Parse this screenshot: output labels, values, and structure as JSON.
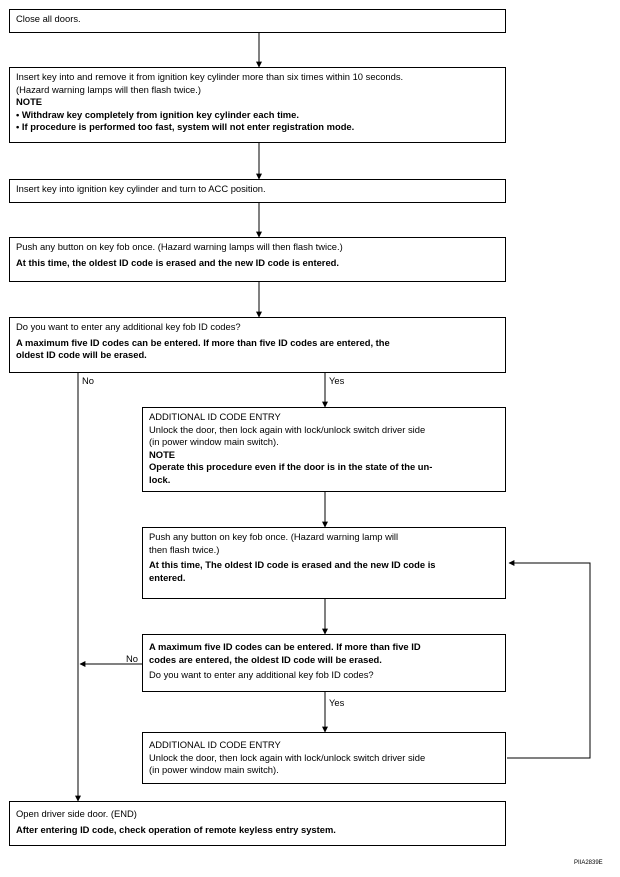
{
  "steps": {
    "s1": {
      "t1": "Close all doors."
    },
    "s2": {
      "t1": "Insert key into and remove it from ignition key cylinder more than six times within 10 seconds.",
      "t2": "(Hazard warning lamps will then flash twice.)",
      "note": "NOTE",
      "bullet1": "• Withdraw key completely from ignition key cylinder each time.",
      "bullet2": "• If procedure is performed too fast, system will not enter registration mode."
    },
    "s3": {
      "t1": "Insert key into ignition key cylinder and turn to ACC position."
    },
    "s4": {
      "t1": "Push any button on key fob once. (Hazard warning lamps will then flash twice.)",
      "b1": "At this time, the oldest ID code is erased and the new ID code is entered."
    },
    "s5": {
      "t1": "Do you want to enter any additional key fob ID codes?",
      "b1": "A  maximum five ID codes can be entered. If more than five ID codes are entered, the",
      "b2": "oldest ID code will be erased."
    },
    "s6": {
      "t1": "ADDITIONAL ID CODE ENTRY",
      "t2": "Unlock the door, then lock again with lock/unlock switch driver side",
      "t3": "(in power window main switch).",
      "note": "NOTE",
      "b1": "Operate this procedure even if the door is in the state of the un-",
      "b2": "lock."
    },
    "s7": {
      "t1": "Push any button on key fob once. (Hazard warning lamp will",
      "t2": "then flash twice.)",
      "b1": "At this time, The oldest ID code is erased and the new ID code is",
      "b2": "entered."
    },
    "s8": {
      "b1": "A  maximum five ID codes can be entered. If more than five ID",
      "b2": "codes are entered, the oldest ID code will be erased.",
      "t1": "Do you want to enter any additional key fob ID codes?"
    },
    "s9": {
      "t1": "ADDITIONAL ID CODE ENTRY",
      "t2": "Unlock the door, then lock again with lock/unlock switch driver side",
      "t3": "(in power window main switch)."
    },
    "s10": {
      "t1": "Open driver side door. (END)",
      "b1": "After entering ID code, check operation of remote keyless entry system."
    }
  },
  "labels": {
    "no1": "No",
    "yes1": "Yes",
    "no2": "No",
    "yes2": "Yes"
  },
  "figure_code": "PIIA2839E",
  "colors": {
    "line": "#000000",
    "background": "#ffffff"
  }
}
